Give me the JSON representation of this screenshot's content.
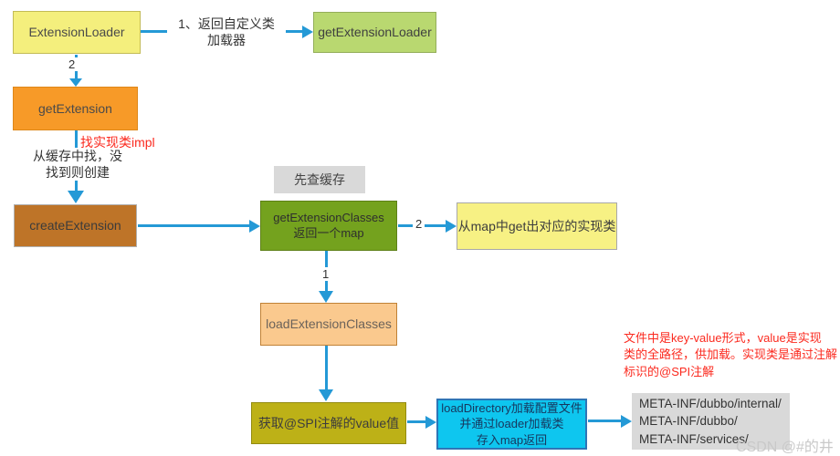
{
  "diagram": {
    "boxes": {
      "extension_loader": "ExtensionLoader",
      "get_extension_loader": "getExtensionLoader",
      "get_extension": "getExtension",
      "create_extension": "createExtension",
      "check_cache": "先查缓存",
      "get_extension_classes_l1": "getExtensionClasses",
      "get_extension_classes_l2": "返回一个map",
      "get_from_map": "从map中get出对应的实现类",
      "load_extension_classes": "loadExtensionClasses",
      "get_spi_value": "获取@SPI注解的value值",
      "load_directory_l1": "loadDirectory加载配置文件",
      "load_directory_l2": "并通过loader加载类",
      "load_directory_l3": "存入map返回",
      "meta_inf_l1": "META-INF/dubbo/internal/",
      "meta_inf_l2": "META-INF/dubbo/",
      "meta_inf_l3": "META-INF/services/"
    },
    "labels": {
      "step1_l1": "1、返回自定义类",
      "step1_l2": "加载器",
      "num2_top": "2",
      "find_impl": "找实现类impl",
      "cache_l1": "从缓存中找，没",
      "cache_l2": "找到则创建",
      "num2_mid": "2",
      "num1_mid": "1"
    },
    "notes": {
      "red_l1": "文件中是key-value形式，value是实现",
      "red_l2": "类的全路径，供加载。实现类是通过注解",
      "red_l3": "标识的@SPI注解"
    },
    "watermark": "CSDN @#的井",
    "colors": {
      "arrow": "#2499d6",
      "yellow_box": "#f4ef7d",
      "green_box": "#b9d870",
      "orange_box": "#f79a28",
      "brown_box": "#be7428",
      "olive_green_box": "#74a21e",
      "pale_yellow_box": "#f7f184",
      "peach_box": "#fac98e",
      "dark_yellow_box": "#bdb117",
      "cyan_box": "#0ec6ef",
      "gray_box": "#d9d9d9",
      "red_text": "#fb2a1f"
    }
  }
}
